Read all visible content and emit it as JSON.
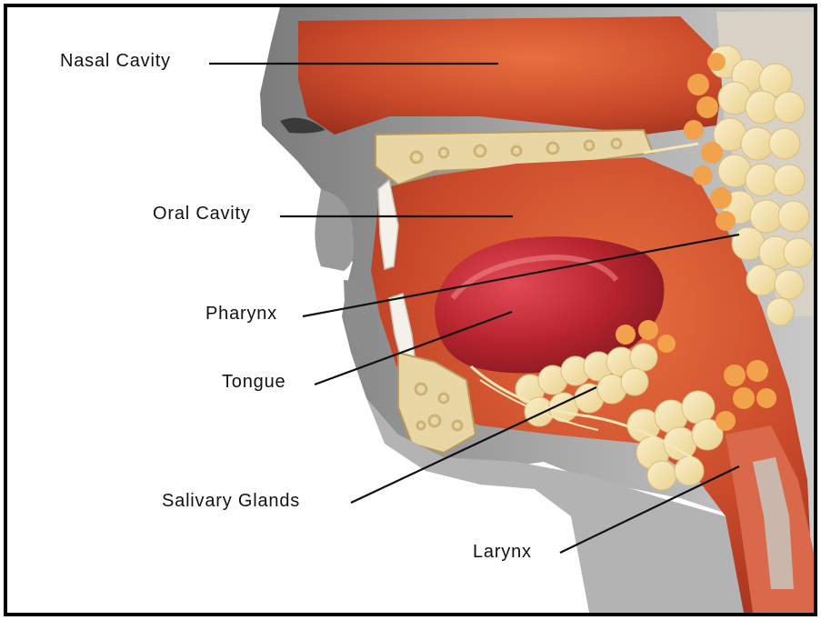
{
  "diagram": {
    "labels": {
      "nasal_cavity": "Nasal Cavity",
      "oral_cavity": "Oral Cavity",
      "pharynx": "Pharynx",
      "tongue": "Tongue",
      "salivary_glands": "Salivary Glands",
      "larynx": "Larynx"
    },
    "colors": {
      "skin": "#8f8f8f",
      "flesh": "#c8492a",
      "bone": "#e8d7a4",
      "gland": "#f7e5b0",
      "gland_orange": "#f2a24a",
      "tongue": "#b5232c",
      "leader": "#111111"
    }
  }
}
